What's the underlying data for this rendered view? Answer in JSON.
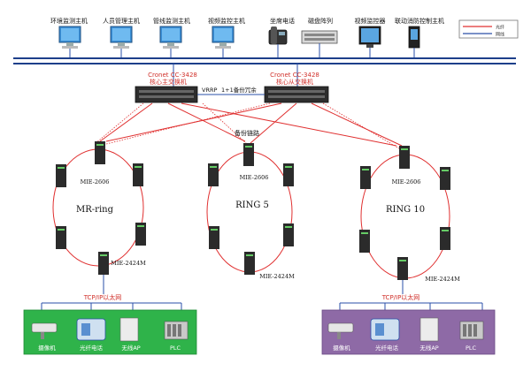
{
  "legend": {
    "fiber_label": "光纤",
    "network_label": "网线"
  },
  "top_hosts": [
    {
      "label": "环境监测主机"
    },
    {
      "label": "人员管理主机"
    },
    {
      "label": "管线监测主机"
    },
    {
      "label": "视频监控主机"
    },
    {
      "label": "坐席电话"
    },
    {
      "label": "磁盘阵列"
    },
    {
      "label": "视频监控器"
    },
    {
      "label": "联动消防控制主机"
    }
  ],
  "core": {
    "left_name": "Cronet CC-3428",
    "left_role": "核心主交换机",
    "right_name": "Cronet CC-3428",
    "right_role": "核心从交换机",
    "vrrp_text": "VRRP",
    "redundancy_text": "1+1备份冗余"
  },
  "backup_link_label": "备份链路",
  "rings": [
    {
      "name": "MR-ring",
      "top_model": "MIE-2606",
      "bottom_model": "MIE-2424M"
    },
    {
      "name": "RING 5",
      "top_model": "MIE-2606",
      "bottom_model": "MIE-2424M"
    },
    {
      "name": "RING 10",
      "top_model": "MIE-2606",
      "bottom_model": "MIE-2424M"
    }
  ],
  "bottom_groups": [
    {
      "network_label": "TCP/IP以太网",
      "color": "#2fb34a",
      "devices": [
        {
          "label": "摄像机"
        },
        {
          "label": "光纤电话"
        },
        {
          "label": "无线AP"
        },
        {
          "label": "PLC"
        }
      ]
    },
    {
      "network_label": "TCP/IP以太网",
      "color": "#8e6aa6",
      "devices": [
        {
          "label": "摄像机"
        },
        {
          "label": "光纤电话"
        },
        {
          "label": "无线AP"
        },
        {
          "label": "PLC"
        }
      ]
    }
  ],
  "colors": {
    "fiber": "#e03030",
    "network": "#2a4fa8",
    "bus": "#1d3f8a",
    "core_text": "#d0302a"
  }
}
